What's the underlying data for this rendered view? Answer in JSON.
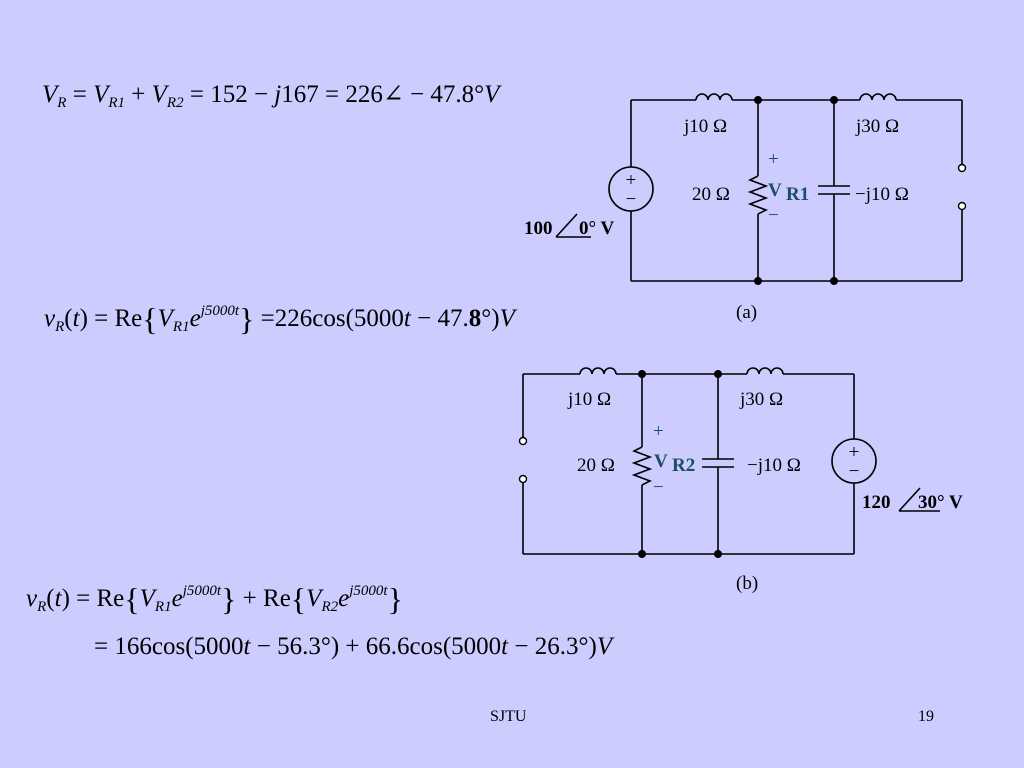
{
  "equations": {
    "eq1": {
      "lhs": "V",
      "lhs_sub": "R",
      "t1": "V",
      "t1_sub": "R1",
      "t2": "V",
      "t2_sub": "R2",
      "num_rect": "152",
      "j": "j",
      "num_imag": "167",
      "mag": "226",
      "angle": "47.8°",
      "unit": "V"
    },
    "eq2": {
      "lhs": "v",
      "lhs_sub": "R",
      "arg": "t",
      "re": "Re",
      "phasor": "V",
      "phasor_sub": "R1",
      "exp_base": "e",
      "exp": "j5000t",
      "result_pre": "226",
      "func": "cos",
      "inner": "5000",
      "inner_t": "t",
      "phase": "47.",
      "phase_bold": "8",
      "phase_end": "°)",
      "unit": "V"
    },
    "eq3": {
      "lhs": "v",
      "lhs_sub": "R",
      "arg": "t",
      "re1": "Re",
      "phasor1": "V",
      "phasor1_sub": "R1",
      "exp1_base": "e",
      "exp1": "j5000t",
      "re2": "Re",
      "phasor2": "V",
      "phasor2_sub": "R2",
      "exp2_base": "e",
      "exp2": "j5000t"
    },
    "eq4": {
      "amp1": "166",
      "func1": "cos",
      "w1": "5000",
      "t1": "t",
      "ph1": "56.3°",
      "amp2": "66.6",
      "func2": "cos",
      "w2": "5000",
      "t2": "t",
      "ph2": "26.3°",
      "unit": "V"
    }
  },
  "circuit_a": {
    "inductor1": "j10 Ω",
    "inductor2": "j30 Ω",
    "resistor": "20 Ω",
    "capacitor": "−j10 Ω",
    "voltage_label": "V",
    "voltage_sub": "R1",
    "plus": "+",
    "minus": "−",
    "source_value": "100",
    "source_angle": "0° V",
    "caption": "(a)"
  },
  "circuit_b": {
    "inductor1": "j10 Ω",
    "inductor2": "j30 Ω",
    "resistor": "20 Ω",
    "capacitor": "−j10 Ω",
    "voltage_label": "V",
    "voltage_sub": "R2",
    "plus": "+",
    "minus": "−",
    "source_value": "120",
    "source_angle": "30° V",
    "caption": "(b)"
  },
  "footer": {
    "center": "SJTU",
    "page": "19"
  }
}
